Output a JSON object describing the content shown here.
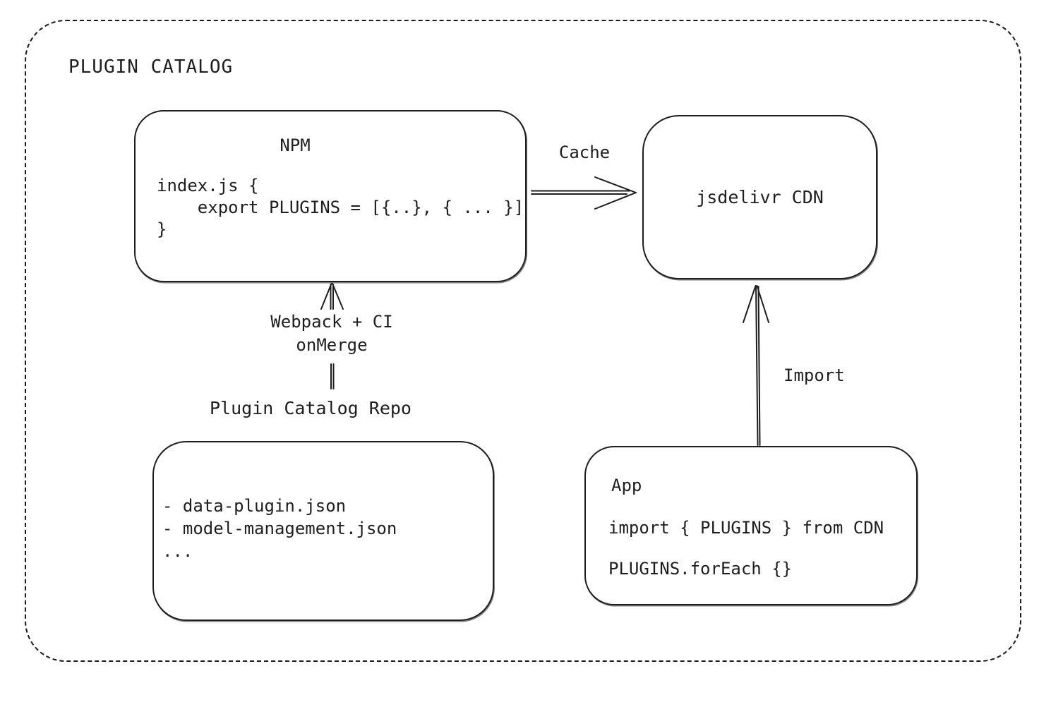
{
  "colors": {
    "stroke": "#1e1e1e",
    "background": "#ffffff"
  },
  "frame": {
    "title": "PLUGIN CATALOG"
  },
  "nodes": {
    "npm": {
      "title": "NPM",
      "code": [
        "index.js {",
        "    export PLUGINS = [{..}, { ... }]",
        "}"
      ]
    },
    "cdn": {
      "label": "jsdelivr CDN"
    },
    "repo": {
      "heading": "Plugin Catalog Repo",
      "files": [
        "- data-plugin.json",
        "- model-management.json",
        "..."
      ]
    },
    "app": {
      "title": "App",
      "code": [
        "import { PLUGINS } from CDN",
        "PLUGINS.forEach {}"
      ]
    }
  },
  "edges": {
    "cache": {
      "label": "Cache",
      "from": "NPM",
      "to": "jsdelivr CDN"
    },
    "build": {
      "label_line1": "Webpack + CI",
      "label_line2": "onMerge",
      "from": "Plugin Catalog Repo",
      "to": "NPM"
    },
    "import": {
      "label": "Import",
      "from": "App",
      "to": "jsdelivr CDN"
    }
  }
}
